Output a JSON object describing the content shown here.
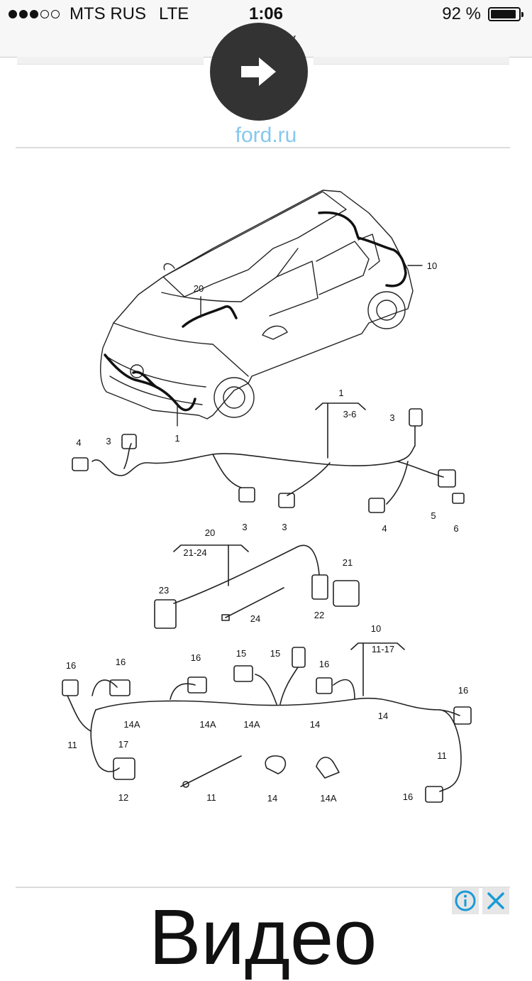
{
  "status_bar": {
    "carrier": "MTS RUS",
    "network": "LTE",
    "time": "1:06",
    "battery": "92 %",
    "battery_level": 0.92
  },
  "browser": {
    "url": "drive.by"
  },
  "share": {
    "link_text": "ford.ru"
  },
  "diagram": {
    "labels": {
      "car_harness": "10",
      "windshield": "20",
      "front_bumper": "1",
      "main_group": "1",
      "main_range": "3-6",
      "rear_group": "10",
      "rear_range": "11-17",
      "cam_group": "20",
      "cam_range": "21-24"
    },
    "callouts_front": [
      {
        "id": "f3a",
        "text": "3"
      },
      {
        "id": "f4a",
        "text": "4"
      },
      {
        "id": "f3b",
        "text": "3"
      },
      {
        "id": "f3c",
        "text": "3"
      },
      {
        "id": "f3d",
        "text": "3"
      },
      {
        "id": "f5",
        "text": "5"
      },
      {
        "id": "f6",
        "text": "6"
      },
      {
        "id": "f4b",
        "text": "4"
      }
    ],
    "callouts_cam": [
      {
        "id": "c23",
        "text": "23"
      },
      {
        "id": "c24",
        "text": "24"
      },
      {
        "id": "c22",
        "text": "22"
      },
      {
        "id": "c21",
        "text": "21"
      }
    ],
    "callouts_rear": [
      {
        "id": "r16a",
        "text": "16"
      },
      {
        "id": "r16b",
        "text": "16"
      },
      {
        "id": "r16c",
        "text": "16"
      },
      {
        "id": "r15a",
        "text": "15"
      },
      {
        "id": "r15b",
        "text": "15"
      },
      {
        "id": "r16d",
        "text": "16"
      },
      {
        "id": "r16e",
        "text": "16"
      },
      {
        "id": "r14aa",
        "text": "14A"
      },
      {
        "id": "r14ab",
        "text": "14A"
      },
      {
        "id": "r14ac",
        "text": "14A"
      },
      {
        "id": "r14a",
        "text": "14"
      },
      {
        "id": "r14b",
        "text": "14"
      },
      {
        "id": "r11a",
        "text": "11"
      },
      {
        "id": "r17",
        "text": "17"
      },
      {
        "id": "r12",
        "text": "12"
      },
      {
        "id": "r11b",
        "text": "11"
      },
      {
        "id": "r11c",
        "text": "11"
      },
      {
        "id": "r14c",
        "text": "14"
      },
      {
        "id": "r14ad",
        "text": "14A"
      },
      {
        "id": "r16f",
        "text": "16"
      }
    ]
  },
  "ad": {
    "text": "Видео",
    "info_icon": "info-icon",
    "close_icon": "close-icon"
  }
}
